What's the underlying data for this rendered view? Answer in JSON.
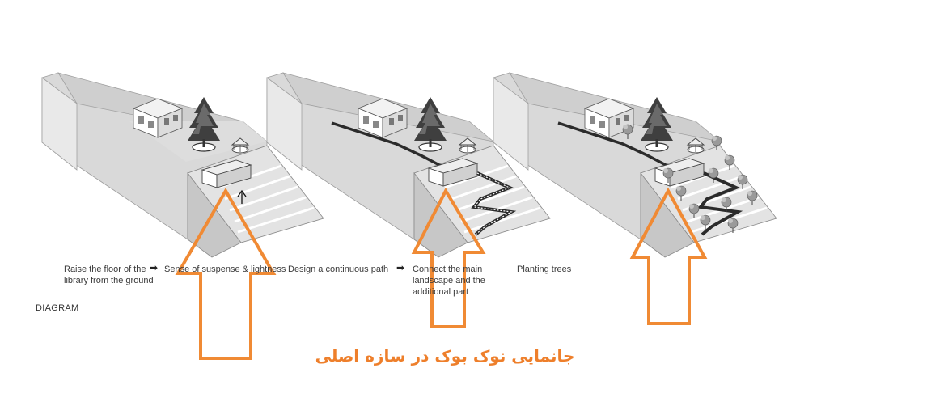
{
  "colors": {
    "accent_arrow": "#f08a34",
    "caption": "#ee7f2b",
    "wall_light": "#e5e5e5",
    "wall_mid": "#d2d2d2",
    "wall_dark": "#bdbdbd",
    "path": "#2b2b2b"
  },
  "captions": {
    "step1": "Raise the floor of the\nlibrary from the ground",
    "step2": "Sense of suspense & lightness",
    "step3": "Design a continuous path",
    "step4": "Connect the main\nlandscape and the\nadditional part",
    "step5": "Planting trees"
  },
  "separators": [
    "➡",
    "➡"
  ],
  "diagram_label": "DIAGRAM",
  "farsi_caption": "جانمایی نوک بوک در سازه اصلی",
  "icons": [
    "up-arrow-icon",
    "right-arrow-icon",
    "tree-icon",
    "house-icon",
    "gazebo-icon"
  ]
}
